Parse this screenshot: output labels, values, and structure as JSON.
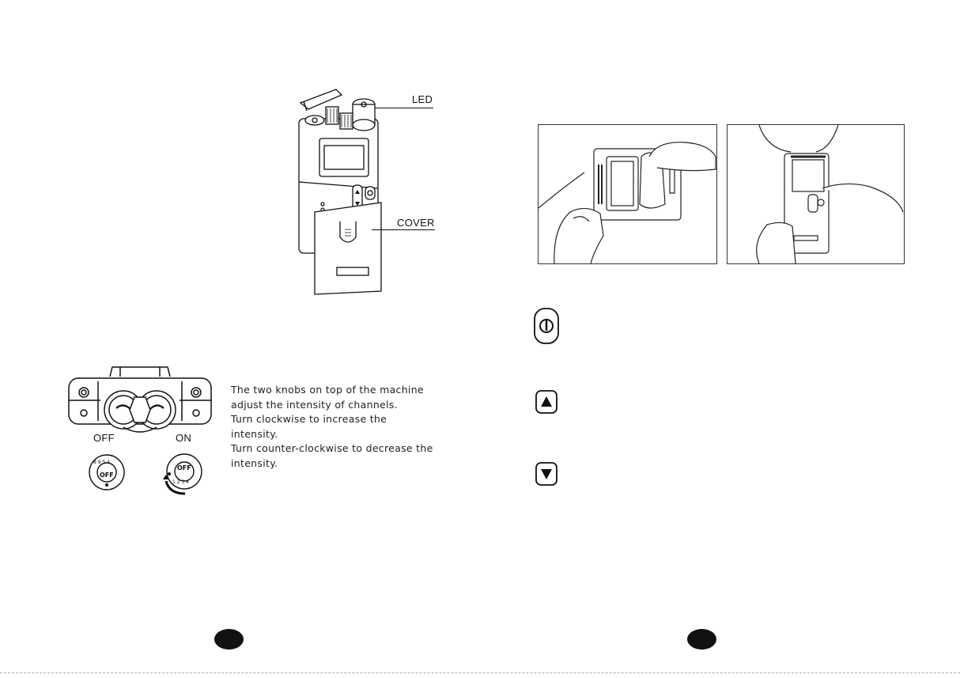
{
  "device_diagram": {
    "led_label": "LED",
    "cover_label": "COVER"
  },
  "knobs": {
    "off_label": "OFF",
    "on_label": "ON",
    "off_dial_text": "OFF",
    "on_dial_text": "OFF",
    "description_lines": [
      "The two knobs on top of the machine",
      "adjust the  intensity of channels.",
      "Turn clockwise to increase the intensity.",
      "Turn counter-clockwise to decrease the",
      "intensity."
    ]
  },
  "buttons": {
    "power_icon": "power-icon",
    "up_icon": "up-arrow-icon",
    "down_icon": "down-arrow-icon"
  },
  "colors": {
    "ink": "#111111",
    "page_dot": "#121212"
  }
}
